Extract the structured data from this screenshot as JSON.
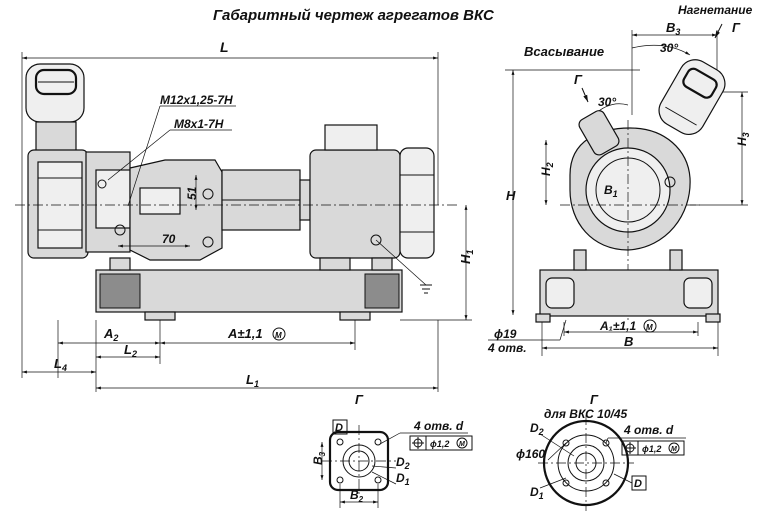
{
  "title": "Габаритный чертеж агрегатов ВКС",
  "side_view": {
    "dims": {
      "L": "L",
      "thread_1": "M12x1,25-7H",
      "thread_2": "M8x1-7H",
      "d51": "51",
      "d70": "70",
      "H1": "H",
      "H1_sub": "1",
      "A2": "A",
      "A2_sub": "2",
      "L2": "L",
      "L2_sub": "2",
      "L4": "L",
      "L4_sub": "4",
      "L1": "L",
      "L1_sub": "1",
      "A_tol": "A±1,1",
      "M_sym": "M"
    }
  },
  "front_view": {
    "nagnetanie": "Нагнетание",
    "vsasyvanie": "Всасывание",
    "G1": "Г",
    "G2": "Г",
    "B3": "B",
    "B3_sub": "3",
    "ang1": "30°",
    "ang2": "30°",
    "H": "H",
    "H2": "H",
    "H2_sub": "2",
    "H3": "H",
    "H3_sub": "3",
    "B1": "B",
    "B1_sub": "1",
    "phi19": "ϕ19",
    "holes4": "4 отв.",
    "A1_tol": "A₁±1,1",
    "M_sym": "M",
    "B": "B"
  },
  "detail_square": {
    "view": "Г",
    "D": "D",
    "holes": "4 отв. d",
    "tol": "ϕ1,2",
    "M_sym": "M",
    "B3": "B",
    "B3_sub": "3",
    "D2": "D",
    "D2_sub": "2",
    "D1": "D",
    "D1_sub": "1",
    "B2": "B",
    "B2_sub": "2"
  },
  "detail_round": {
    "view": "Г",
    "subtitle": "для ВКС 10/45",
    "D2": "D",
    "D2_sub": "2",
    "holes": "4 отв. d",
    "tol": "ϕ1,2",
    "M_sym": "M",
    "phi160": "ϕ160",
    "D1": "D",
    "D1_sub": "1",
    "D": "D"
  }
}
